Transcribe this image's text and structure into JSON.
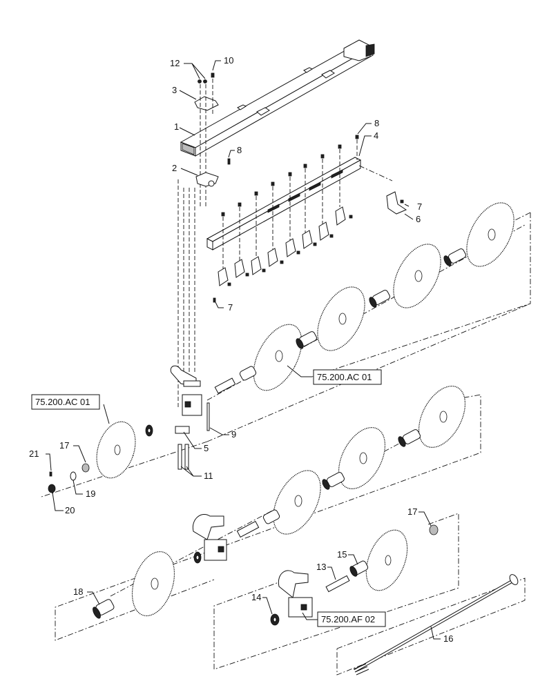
{
  "labels": [
    {
      "id": "1",
      "text": "1"
    },
    {
      "id": "2",
      "text": "2"
    },
    {
      "id": "3",
      "text": "3"
    },
    {
      "id": "4",
      "text": "4"
    },
    {
      "id": "5",
      "text": "5"
    },
    {
      "id": "6",
      "text": "6"
    },
    {
      "id": "7a",
      "text": "7"
    },
    {
      "id": "7b",
      "text": "7"
    },
    {
      "id": "8a",
      "text": "8"
    },
    {
      "id": "8b",
      "text": "8"
    },
    {
      "id": "9",
      "text": "9"
    },
    {
      "id": "10",
      "text": "10"
    },
    {
      "id": "11",
      "text": "11"
    },
    {
      "id": "12",
      "text": "12"
    },
    {
      "id": "13",
      "text": "13"
    },
    {
      "id": "14",
      "text": "14"
    },
    {
      "id": "15",
      "text": "15"
    },
    {
      "id": "16",
      "text": "16"
    },
    {
      "id": "17a",
      "text": "17"
    },
    {
      "id": "17b",
      "text": "17"
    },
    {
      "id": "18",
      "text": "18"
    },
    {
      "id": "19",
      "text": "19"
    },
    {
      "id": "20",
      "text": "20"
    },
    {
      "id": "21",
      "text": "21"
    }
  ],
  "references": [
    {
      "id": "ref-ac-right",
      "text": "75.200.AC 01"
    },
    {
      "id": "ref-ac-left",
      "text": "75.200.AC 01"
    },
    {
      "id": "ref-af",
      "text": "75.200.AF 02"
    }
  ]
}
